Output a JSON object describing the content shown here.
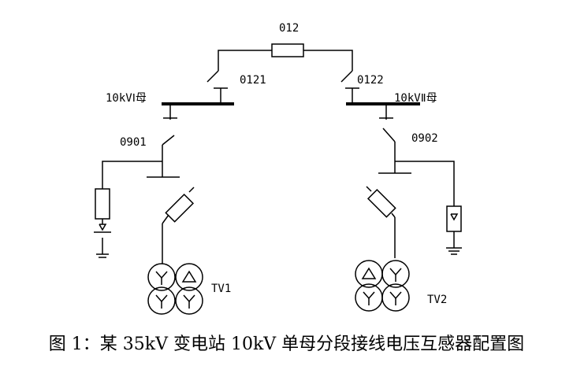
{
  "diagram": {
    "labels": {
      "breaker_top": "012",
      "switch_left": "0121",
      "switch_right": "0122",
      "bus_left": "10kVⅠ母",
      "bus_right": "10kVⅡ母",
      "branch_left": "0901",
      "branch_right": "0902",
      "tv_left": "TV1",
      "tv_right": "TV2"
    }
  },
  "caption": "图 1：某 35kV 变电站 10kV 单母分段接线电压互感器配置图"
}
